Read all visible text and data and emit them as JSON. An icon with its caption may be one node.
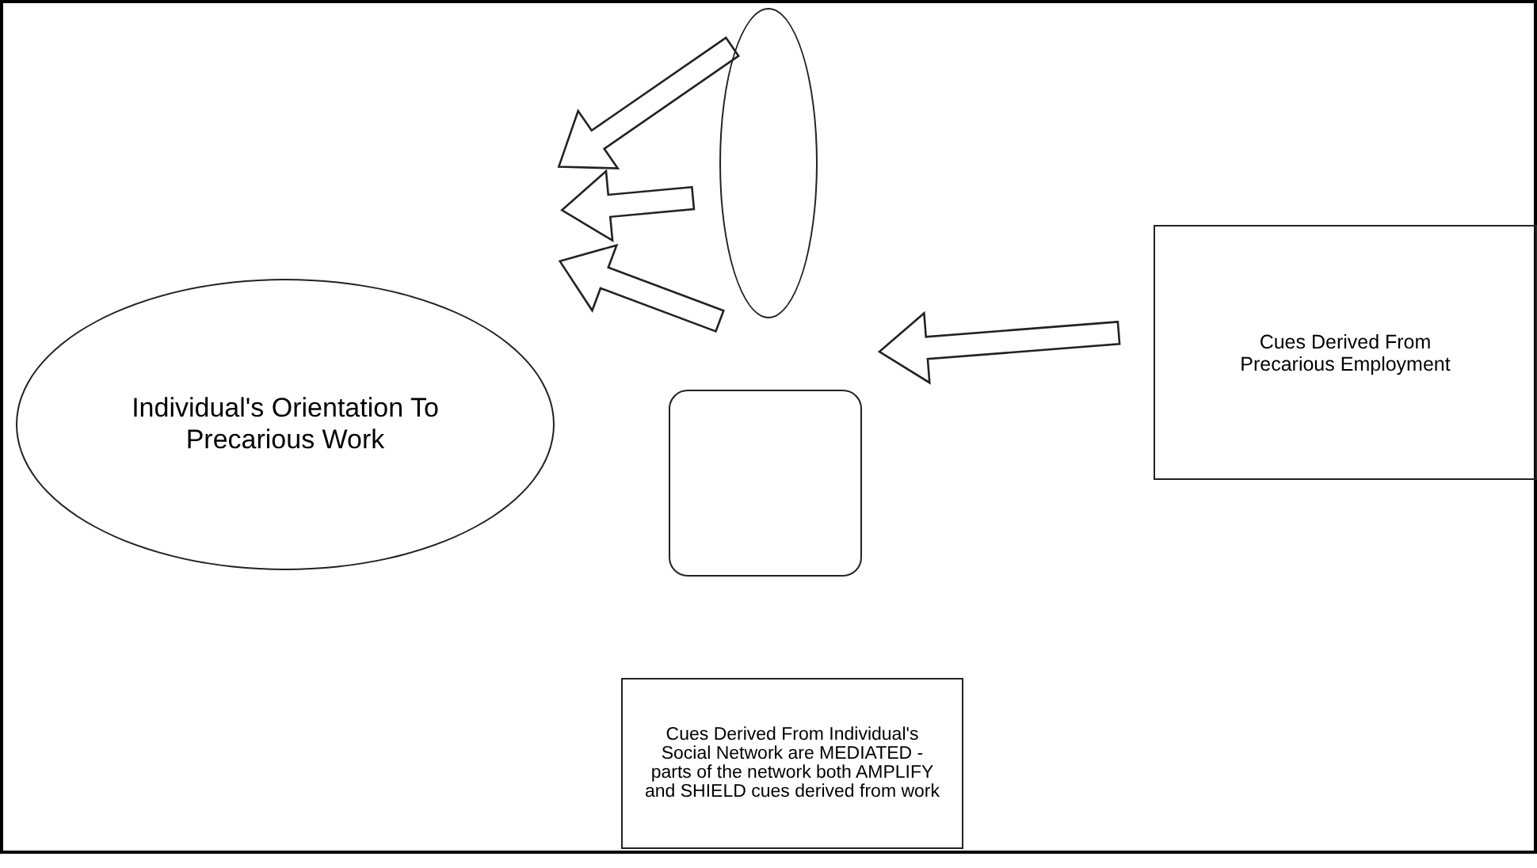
{
  "diagram": {
    "nodes": [
      {
        "text": [
          "Individual's Orientation To Precarious Work"
        ]
      },
      {
        "text": [],
        "shape": "ellipse"
      },
      {
        "text": [],
        "shape": "box"
      },
      {
        "text": [
          "Cues Derived From Precarious Employment"
        ]
      },
      {
        "text": [
          "Cues Derived From Individual's Social Network are MEDIATED - parts of the network both AMPLIFY and SHIELD cues derived from work"
        ]
      }
    ],
    "edges": [
      {
        "from": 1,
        "to": 0,
        "arrow": "to"
      },
      {
        "from": 1,
        "to": 0,
        "arrow": "to"
      },
      {
        "from": 1,
        "to": 0,
        "arrow": "to"
      },
      {
        "from": 3,
        "to": null,
        "arrow": "to"
      }
    ]
  }
}
